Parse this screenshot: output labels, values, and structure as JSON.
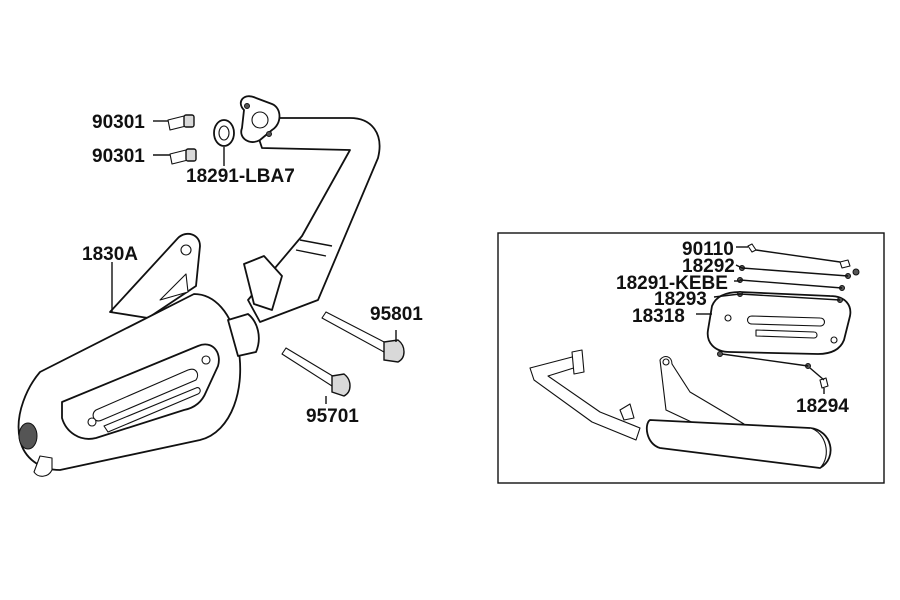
{
  "main_labels": {
    "bolt_upper": "90301",
    "bolt_lower": "90301",
    "gasket": "18291-LBA7",
    "muffler": "1830A",
    "bolt_95801": "95801",
    "bolt_95701": "95701"
  },
  "inset_labels": {
    "screw": "90110",
    "washer": "18292",
    "collar": "18291-KEBE",
    "damper": "18293",
    "protector": "18318",
    "nut": "18294"
  }
}
